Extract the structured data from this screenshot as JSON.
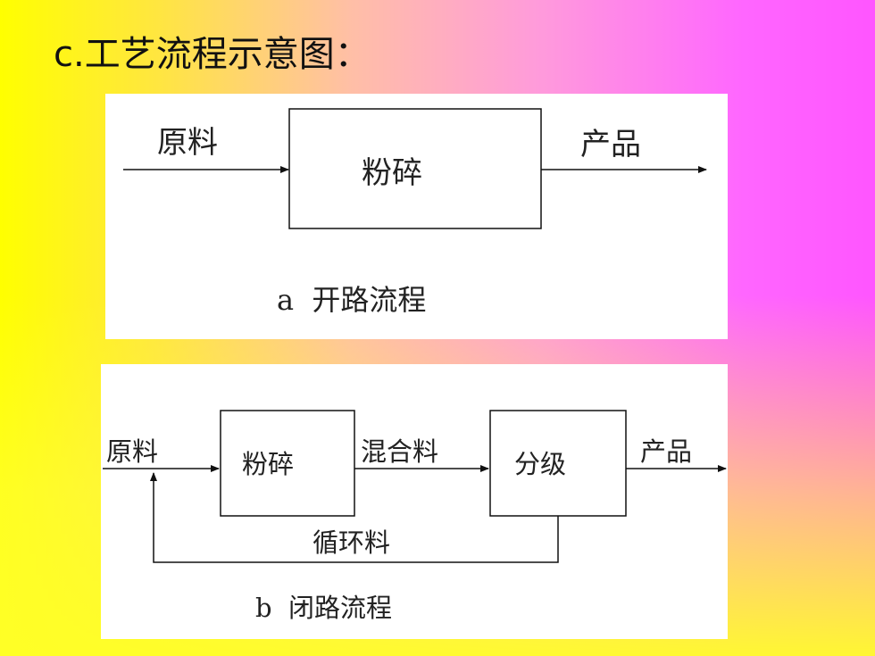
{
  "slide": {
    "title": "c.工艺流程示意图："
  },
  "open_circuit": {
    "input_label": "原料",
    "process_label": "粉碎",
    "output_label": "产品",
    "caption": "a  开路流程"
  },
  "closed_circuit": {
    "input_label": "原料",
    "crush_label": "粉碎",
    "mix_label": "混合料",
    "classify_label": "分级",
    "output_label": "产品",
    "recycle_label": "循环料",
    "caption": "b  闭路流程"
  },
  "colors": {
    "line": "#111111",
    "panel": "#ffffff",
    "gradient_left": "#ffff00",
    "gradient_right": "#ff55ff"
  }
}
